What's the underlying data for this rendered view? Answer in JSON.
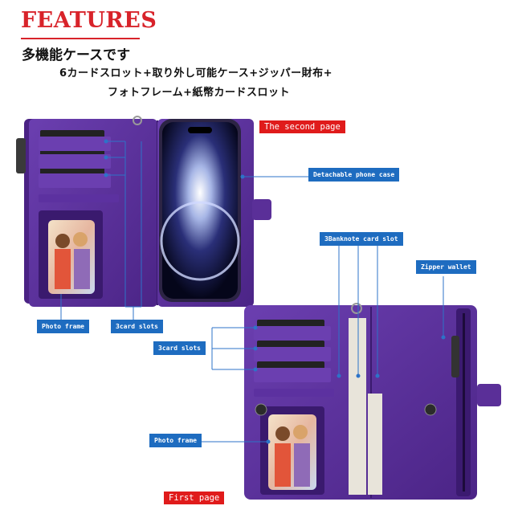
{
  "header": {
    "title": "FEATURES",
    "subtitle": "多機能ケースです",
    "line1": "6カードスロット+取り外し可能ケース+ジッパー財布+",
    "line2": "フォトフレーム+紙幣カードスロット"
  },
  "pages": {
    "second": "The second page",
    "first": "First page"
  },
  "callouts": {
    "detachable": "Detachable phone case",
    "banknote": "3Banknote card slot",
    "zipper": "Zipper wallet",
    "photo_top": "Photo frame",
    "cards_top": "3card slots",
    "cards_bottom": "3card slots",
    "photo_bottom": "Photo frame"
  },
  "colors": {
    "accent_red": "#d8232a",
    "callout_blue": "#1e6cc0",
    "leather_purple": "#5a2f98"
  }
}
